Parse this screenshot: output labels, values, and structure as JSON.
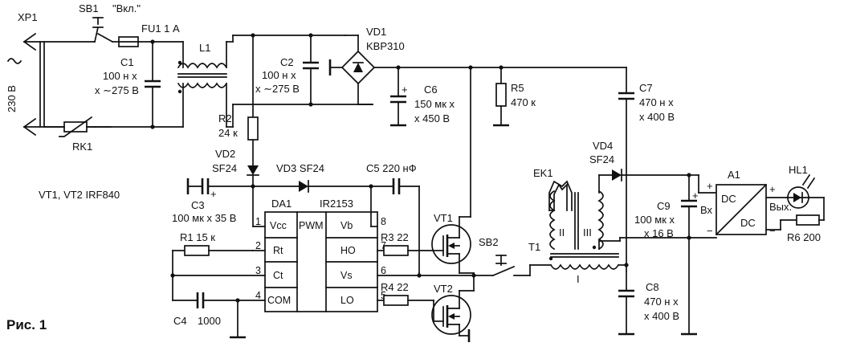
{
  "figure": {
    "caption": "Рис. 1"
  },
  "components": {
    "xp1": "XP1",
    "mains_voltage": "230 В",
    "sb1": "SB1",
    "sb1_label": "\"Вкл.\"",
    "fu1": "FU1 1 А",
    "c1": "C1",
    "c1_value1": "100 н х",
    "c1_value2": "х ∼275 В",
    "l1": "L1",
    "rk1": "RK1",
    "c2": "C2",
    "c2_value1": "100 н х",
    "c2_value2": "х ∼275 В",
    "vd1": "VD1",
    "vd1_type": "KBP310",
    "c6": "C6",
    "c6_value1": "150 мк х",
    "c6_value2": "х 450 В",
    "r5": "R5",
    "r5_value": "470 к",
    "c7": "C7",
    "c7_value1": "470 н х",
    "c7_value2": "х 400 В",
    "r2": "R2",
    "r2_value": "24 к",
    "vd2": "VD2",
    "vd2_type": "SF24",
    "vd3": "VD3 SF24",
    "c5": "C5 220 нФ",
    "vt_note": "VT1, VT2  IRF840",
    "c3": "C3",
    "c3_value": "100 мк х 35 В",
    "da1": "DA1",
    "da1_type": "IR2153",
    "r1": "R1  15 к",
    "c4": "C4",
    "c4_value": "1000",
    "r3": "R3 22",
    "r4": "R4 22",
    "vt1": "VT1",
    "vt2": "VT2",
    "sb2": "SB2",
    "t1": "T1",
    "ek1": "EK1",
    "vd4": "VD4",
    "vd4_type": "SF24",
    "c9": "C9",
    "c9_value1": "100 мк х",
    "c9_value2": "х 16 В",
    "a1": "A1",
    "a1_in": "Вх",
    "a1_out": "Вых.",
    "hl1": "HL1",
    "r6": "R6  200",
    "c8": "C8",
    "c8_value1": "470 н х",
    "c8_value2": "х 400 В"
  },
  "ic_pins": {
    "vcc": "Vcc",
    "rt": "Rt",
    "ct": "Ct",
    "com": "COM",
    "pwm": "PWM",
    "vb": "Vb",
    "ho": "HO",
    "vs": "Vs",
    "lo": "LO",
    "n1": "1",
    "n2": "2",
    "n3": "3",
    "n4": "4",
    "n5": "5",
    "n6": "6",
    "n7": "7",
    "n8": "8"
  },
  "dcdc": {
    "in": "DC",
    "out": "DC"
  },
  "winding_labels": {
    "primary": "I",
    "w2": "II",
    "w3": "III"
  },
  "polarity": {
    "plus": "+",
    "minus": "−"
  }
}
